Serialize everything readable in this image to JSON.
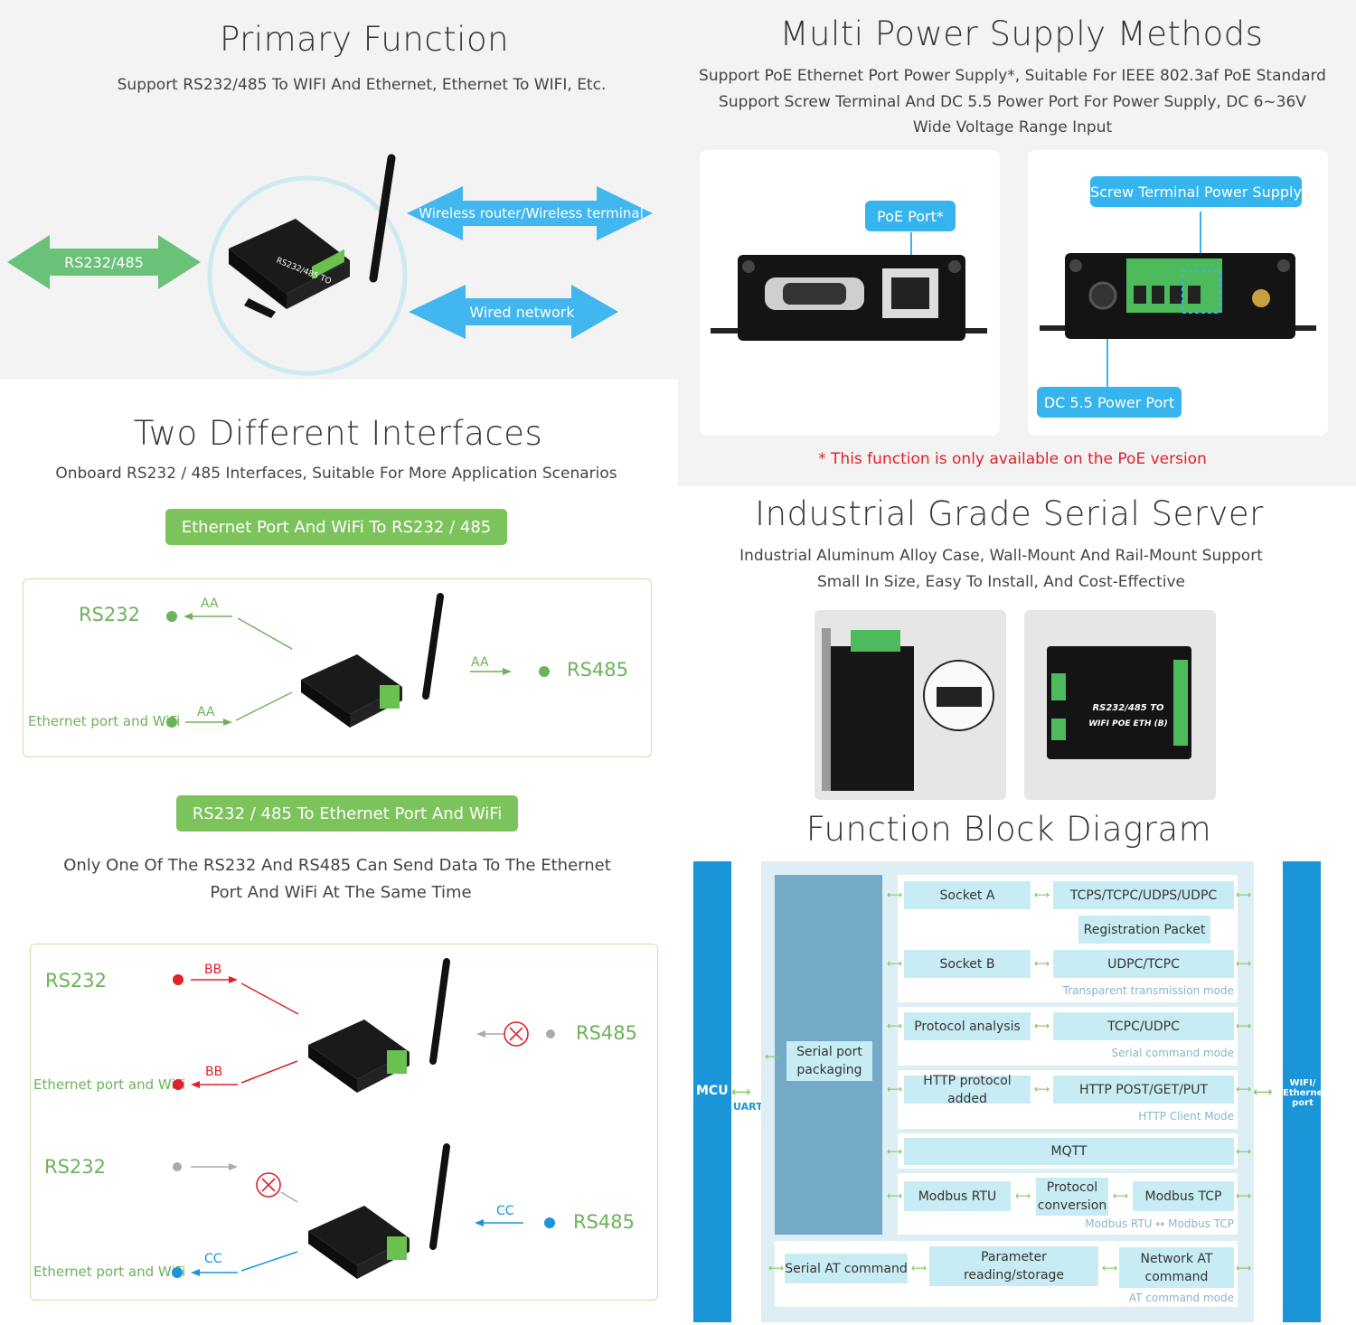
{
  "primary": {
    "title": "Primary Function",
    "subtitle": "Support RS232/485 To WIFI And Ethernet, Ethernet To WIFI, Etc.",
    "left_arrow": "RS232/485",
    "wireless_arrow": "Wireless router/Wireless terminal",
    "wired_arrow": "Wired network"
  },
  "power": {
    "title": "Multi Power Supply Methods",
    "line1": "Support PoE Ethernet Port Power Supply*, Suitable For IEEE 802.3af PoE Standard",
    "line2": "Support Screw Terminal And DC 5.5 Power Port For Power Supply, DC 6~36V",
    "line3": "Wide Voltage Range Input",
    "poe_tag": "PoE Port*",
    "screw_tag": "Screw Terminal Power Supply",
    "dc_tag": "DC 5.5 Power Port",
    "note": "* This function is only available on the PoE version"
  },
  "interfaces": {
    "title": "Two Different Interfaces",
    "subtitle": "Onboard RS232 / 485 Interfaces, Suitable For More Application Scenarios",
    "pill1": "Ethernet Port And WiFi To RS232 / 485",
    "pill2": "RS232 / 485 To Ethernet Port And WiFi",
    "note_line1": "Only One Of The RS232 And RS485 Can Send Data To The Ethernet",
    "note_line2": "Port And WiFi At The Same Time",
    "d1": {
      "rs232": "RS232",
      "rs485": "RS485",
      "eth": "Ethernet port and WiFi",
      "aa1": "AA",
      "aa2": "AA",
      "aa3": "AA"
    },
    "d2": {
      "rs232": "RS232",
      "rs485": "RS485",
      "eth": "Ethernet port and WiFi",
      "bb1": "BB",
      "bb2": "BB"
    },
    "d3": {
      "rs232": "RS232",
      "rs485": "RS485",
      "eth": "Ethernet port and WiFi",
      "cc1": "CC",
      "cc2": "CC"
    }
  },
  "industrial": {
    "title": "Industrial Grade Serial Server",
    "line1": "Industrial Aluminum Alloy Case, Wall-Mount And Rail-Mount Support",
    "line2": "Small In Size, Easy To Install, And Cost-Effective",
    "device_text1": "RS232/485 TO",
    "device_text2": "WIFI POE ETH (B)"
  },
  "block": {
    "title": "Function Block Diagram",
    "mcu": "MCU",
    "uart": "UART",
    "wifi": "WIFI/ Ethernet port",
    "serial_pack": "Serial port packaging",
    "socket_a": "Socket A",
    "tcps": "TCPS/TCPC/UDPS/UDPC",
    "reg": "Registration Packet",
    "socket_b": "Socket B",
    "udpc": "UDPC/TCPC",
    "transparent": "Transparent transmission mode",
    "proto": "Protocol analysis",
    "tcpc_udpc": "TCPC/UDPC",
    "serial_cmd": "Serial command mode",
    "http_add": "HTTP protocol added",
    "http_post": "HTTP POST/GET/PUT",
    "http_client": "HTTP Client Mode",
    "mqtt": "MQTT",
    "modbus_rtu": "Modbus RTU",
    "proto_conv": "Protocol conversion",
    "modbus_tcp": "Modbus TCP",
    "modbus_note": "Modbus RTU ↔ Modbus TCP",
    "serial_at": "Serial AT command",
    "param": "Parameter reading/storage",
    "net_at": "Network AT command",
    "at_mode": "AT command mode"
  },
  "colors": {
    "green": "#7cc35c",
    "blue": "#36b4ee",
    "red": "#e0202a",
    "mcu_blue": "#1a96d8"
  }
}
